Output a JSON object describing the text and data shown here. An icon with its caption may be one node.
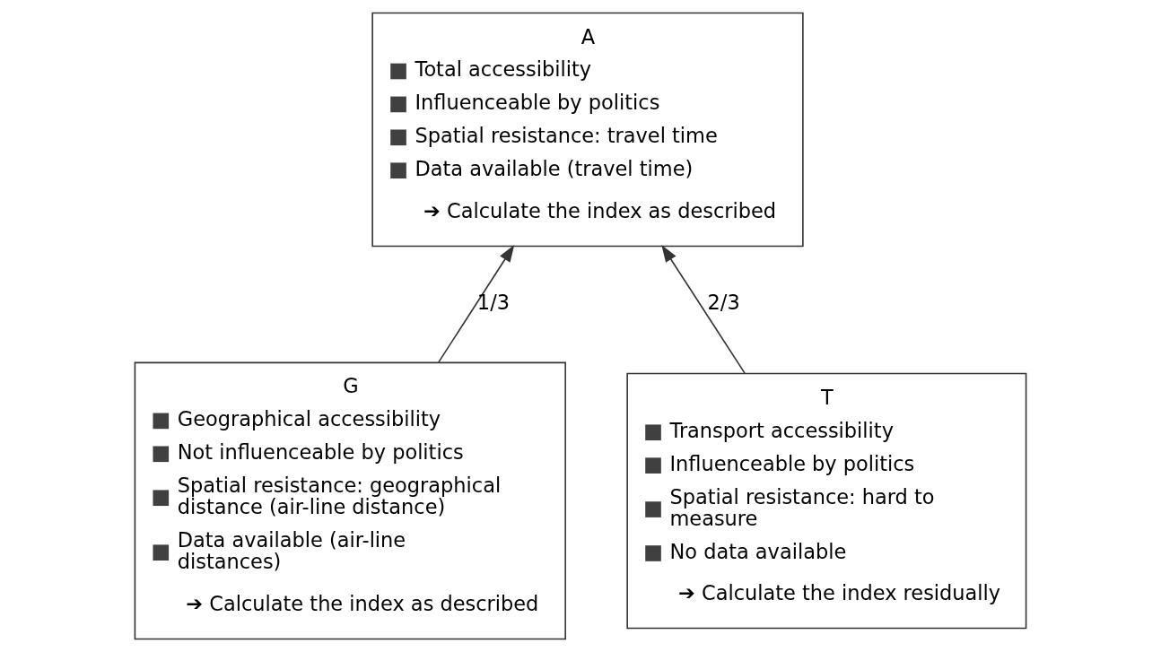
{
  "diagram": {
    "nodes": [
      {
        "text": [
          "A",
          "Total accessibility",
          "Influenceable by politics",
          "Spatial resistance: travel time",
          "Data available (travel time)",
          "➔ Calculate the index as described"
        ]
      },
      {
        "text": [
          "G",
          "Geographical accessibility",
          "Not influenceable by politics",
          "Spatial resistance: geographical distance (air-line distance)",
          "Data available (air-line distances)",
          "➔ Calculate the index as described"
        ]
      },
      {
        "text": [
          "T",
          "Transport accessibility",
          "Influenceable by politics",
          "Spatial resistance: hard to measure",
          "No data available",
          "➔ Calculate the index residually"
        ]
      }
    ],
    "edges": [
      {
        "from": 1,
        "to": 0,
        "arrow": "to",
        "label": "1/3"
      },
      {
        "from": 2,
        "to": 0,
        "arrow": "to",
        "label": "2/3"
      }
    ]
  }
}
